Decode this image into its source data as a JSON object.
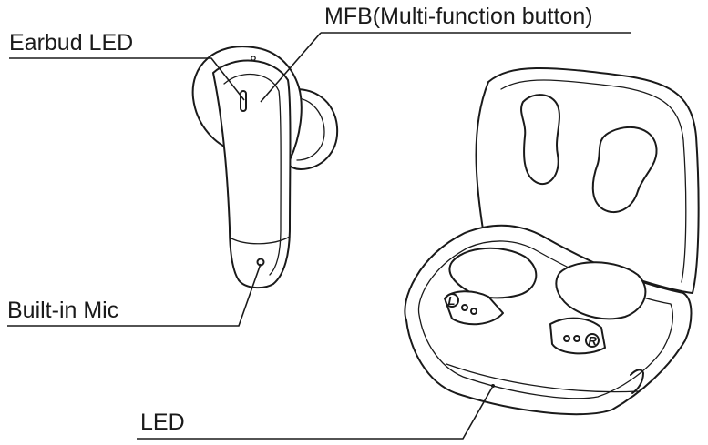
{
  "labels": {
    "mfb": "MFB(Multi-function button)",
    "earbud_led": "Earbud LED",
    "built_in_mic": "Built-in Mic",
    "case_led": "LED"
  },
  "case_tags": {
    "left": "L",
    "right": "R"
  },
  "colors": {
    "line": "#1a1a1a",
    "background": "#ffffff"
  }
}
